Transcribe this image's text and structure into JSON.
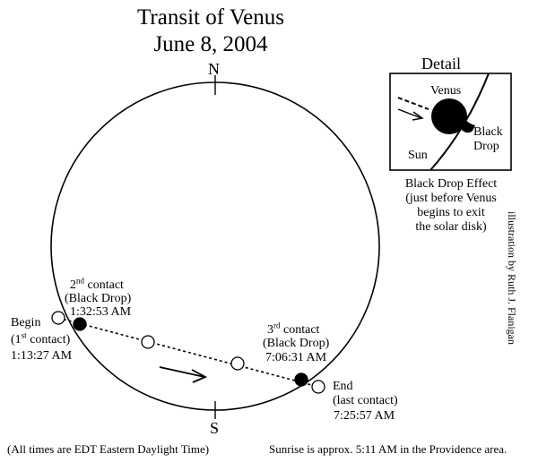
{
  "title": {
    "line1": "Transit of Venus",
    "line2": "June 8, 2004"
  },
  "compass": {
    "north": "N",
    "south": "S"
  },
  "contacts": {
    "begin": {
      "line1": "Begin",
      "line2_open": "(1",
      "line2_sup": "st",
      "line2_close": " contact)",
      "time": "1:13:27 AM"
    },
    "second": {
      "line1_num": "2",
      "line1_sup": "nd",
      "line1_rest": " contact",
      "line2": "(Black Drop)",
      "time": "1:32:53 AM"
    },
    "third": {
      "line1_num": "3",
      "line1_sup": "rd",
      "line1_rest": " contact",
      "line2": "(Black Drop)",
      "time": "7:06:31 AM"
    },
    "end": {
      "line1": "End",
      "line2": "(last contact)",
      "time": "7:25:57 AM"
    }
  },
  "detail": {
    "heading": "Detail",
    "venus": "Venus",
    "black_drop_1": "Black",
    "black_drop_2": "Drop",
    "sun": "Sun",
    "caption_1": "Black Drop Effect",
    "caption_2": "(just  before Venus",
    "caption_3": "begins to exit",
    "caption_4": "the solar disk)"
  },
  "credit": "illustration by Ruth J. Flanigan",
  "footer": {
    "left": "(All times are EDT Eastern Daylight Time)",
    "right": "Sunrise is approx. 5:11 AM  in the Providence area."
  }
}
